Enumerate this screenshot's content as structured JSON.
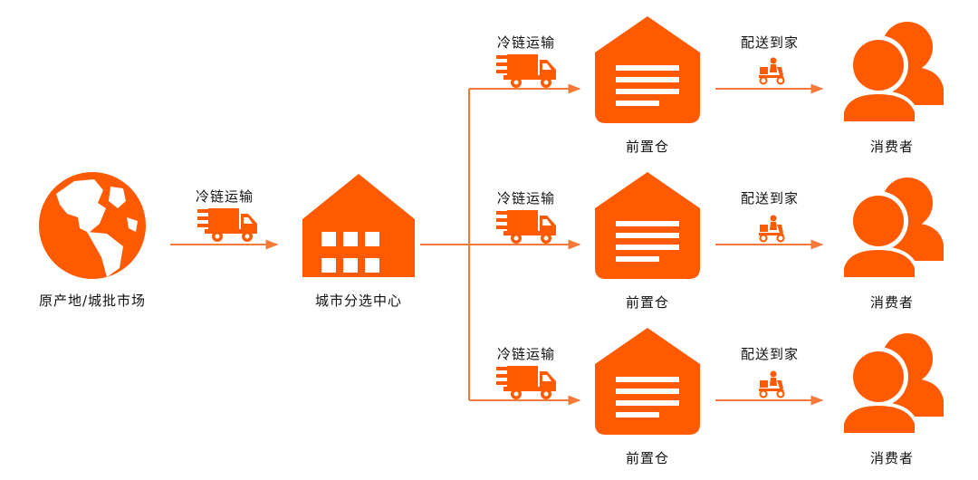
{
  "colors": {
    "accent": "#ff5a00",
    "line": "#f47a3a",
    "text": "#111111",
    "background": "#ffffff"
  },
  "source": {
    "label": "原产地/城批市场",
    "icon": "globe-icon"
  },
  "center": {
    "label": "城市分选中心",
    "icon": "warehouse-icon"
  },
  "first_transport": {
    "label": "冷链运输",
    "icon": "truck-icon"
  },
  "branches": [
    {
      "transport_label": "冷链运输",
      "warehouse_label": "前置仓",
      "delivery_label": "配送到家",
      "consumer_label": "消费者"
    },
    {
      "transport_label": "冷链运输",
      "warehouse_label": "前置仓",
      "delivery_label": "配送到家",
      "consumer_label": "消费者"
    },
    {
      "transport_label": "冷链运输",
      "warehouse_label": "前置仓",
      "delivery_label": "配送到家",
      "consumer_label": "消费者"
    }
  ],
  "icons": {
    "transport": "truck-icon",
    "warehouse": "front-warehouse-icon",
    "delivery": "delivery-scooter-icon",
    "consumer": "people-icon"
  }
}
